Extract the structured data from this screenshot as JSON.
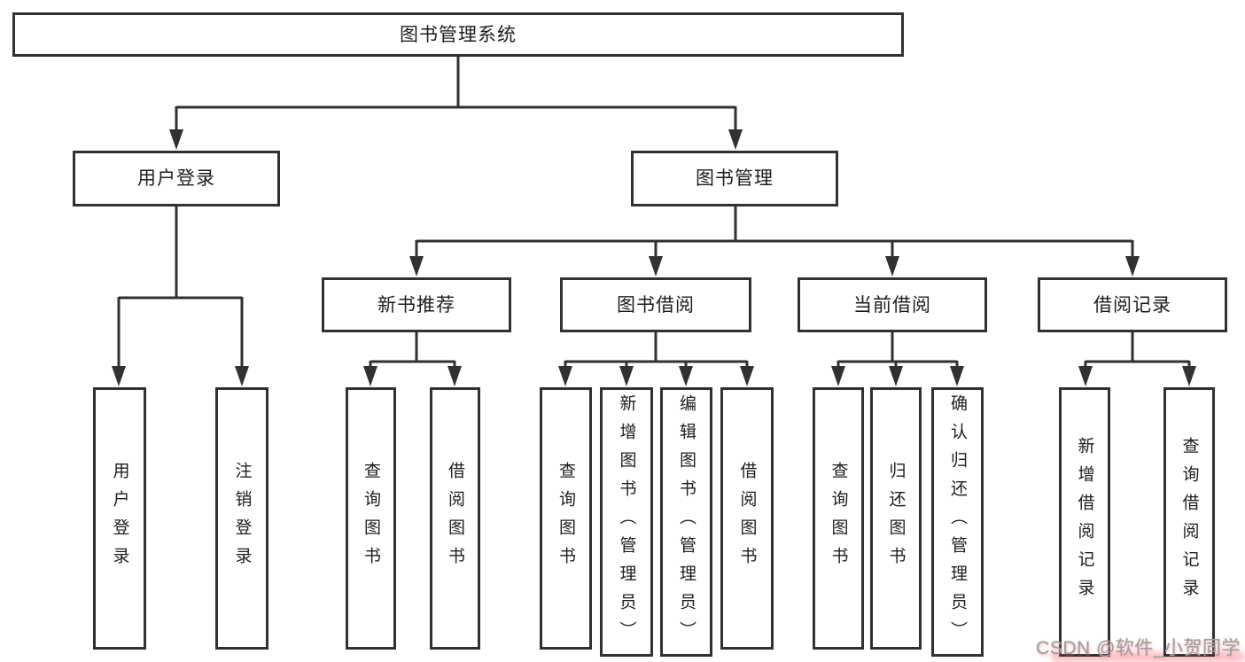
{
  "tree": {
    "root": {
      "label": "图书管理系统"
    },
    "user_login": {
      "label": "用户登录",
      "children": [
        {
          "label": "用户登录"
        },
        {
          "label": "注销登录"
        }
      ]
    },
    "book_mgmt": {
      "label": "图书管理",
      "groups": [
        {
          "label": "新书推荐",
          "children": [
            {
              "label": "查询图书"
            },
            {
              "label": "借阅图书"
            }
          ]
        },
        {
          "label": "图书借阅",
          "children": [
            {
              "label": "查询图书"
            },
            {
              "label": "新增图书（管理员）"
            },
            {
              "label": "编辑图书（管理员）"
            },
            {
              "label": "借阅图书"
            }
          ]
        },
        {
          "label": "当前借阅",
          "children": [
            {
              "label": "查询图书"
            },
            {
              "label": "归还图书"
            },
            {
              "label": "确认归还（管理员）"
            }
          ]
        },
        {
          "label": "借阅记录",
          "children": [
            {
              "label": "新增借阅记录"
            },
            {
              "label": "查询借阅记录"
            }
          ]
        }
      ]
    }
  },
  "colors": {
    "line": "#313131",
    "text": "#1d1d1d",
    "watermark_gray": "#a0a0a0",
    "watermark_pink": "#ff7a86"
  },
  "watermark": {
    "text": "CSDN @软件_小贺同学"
  }
}
